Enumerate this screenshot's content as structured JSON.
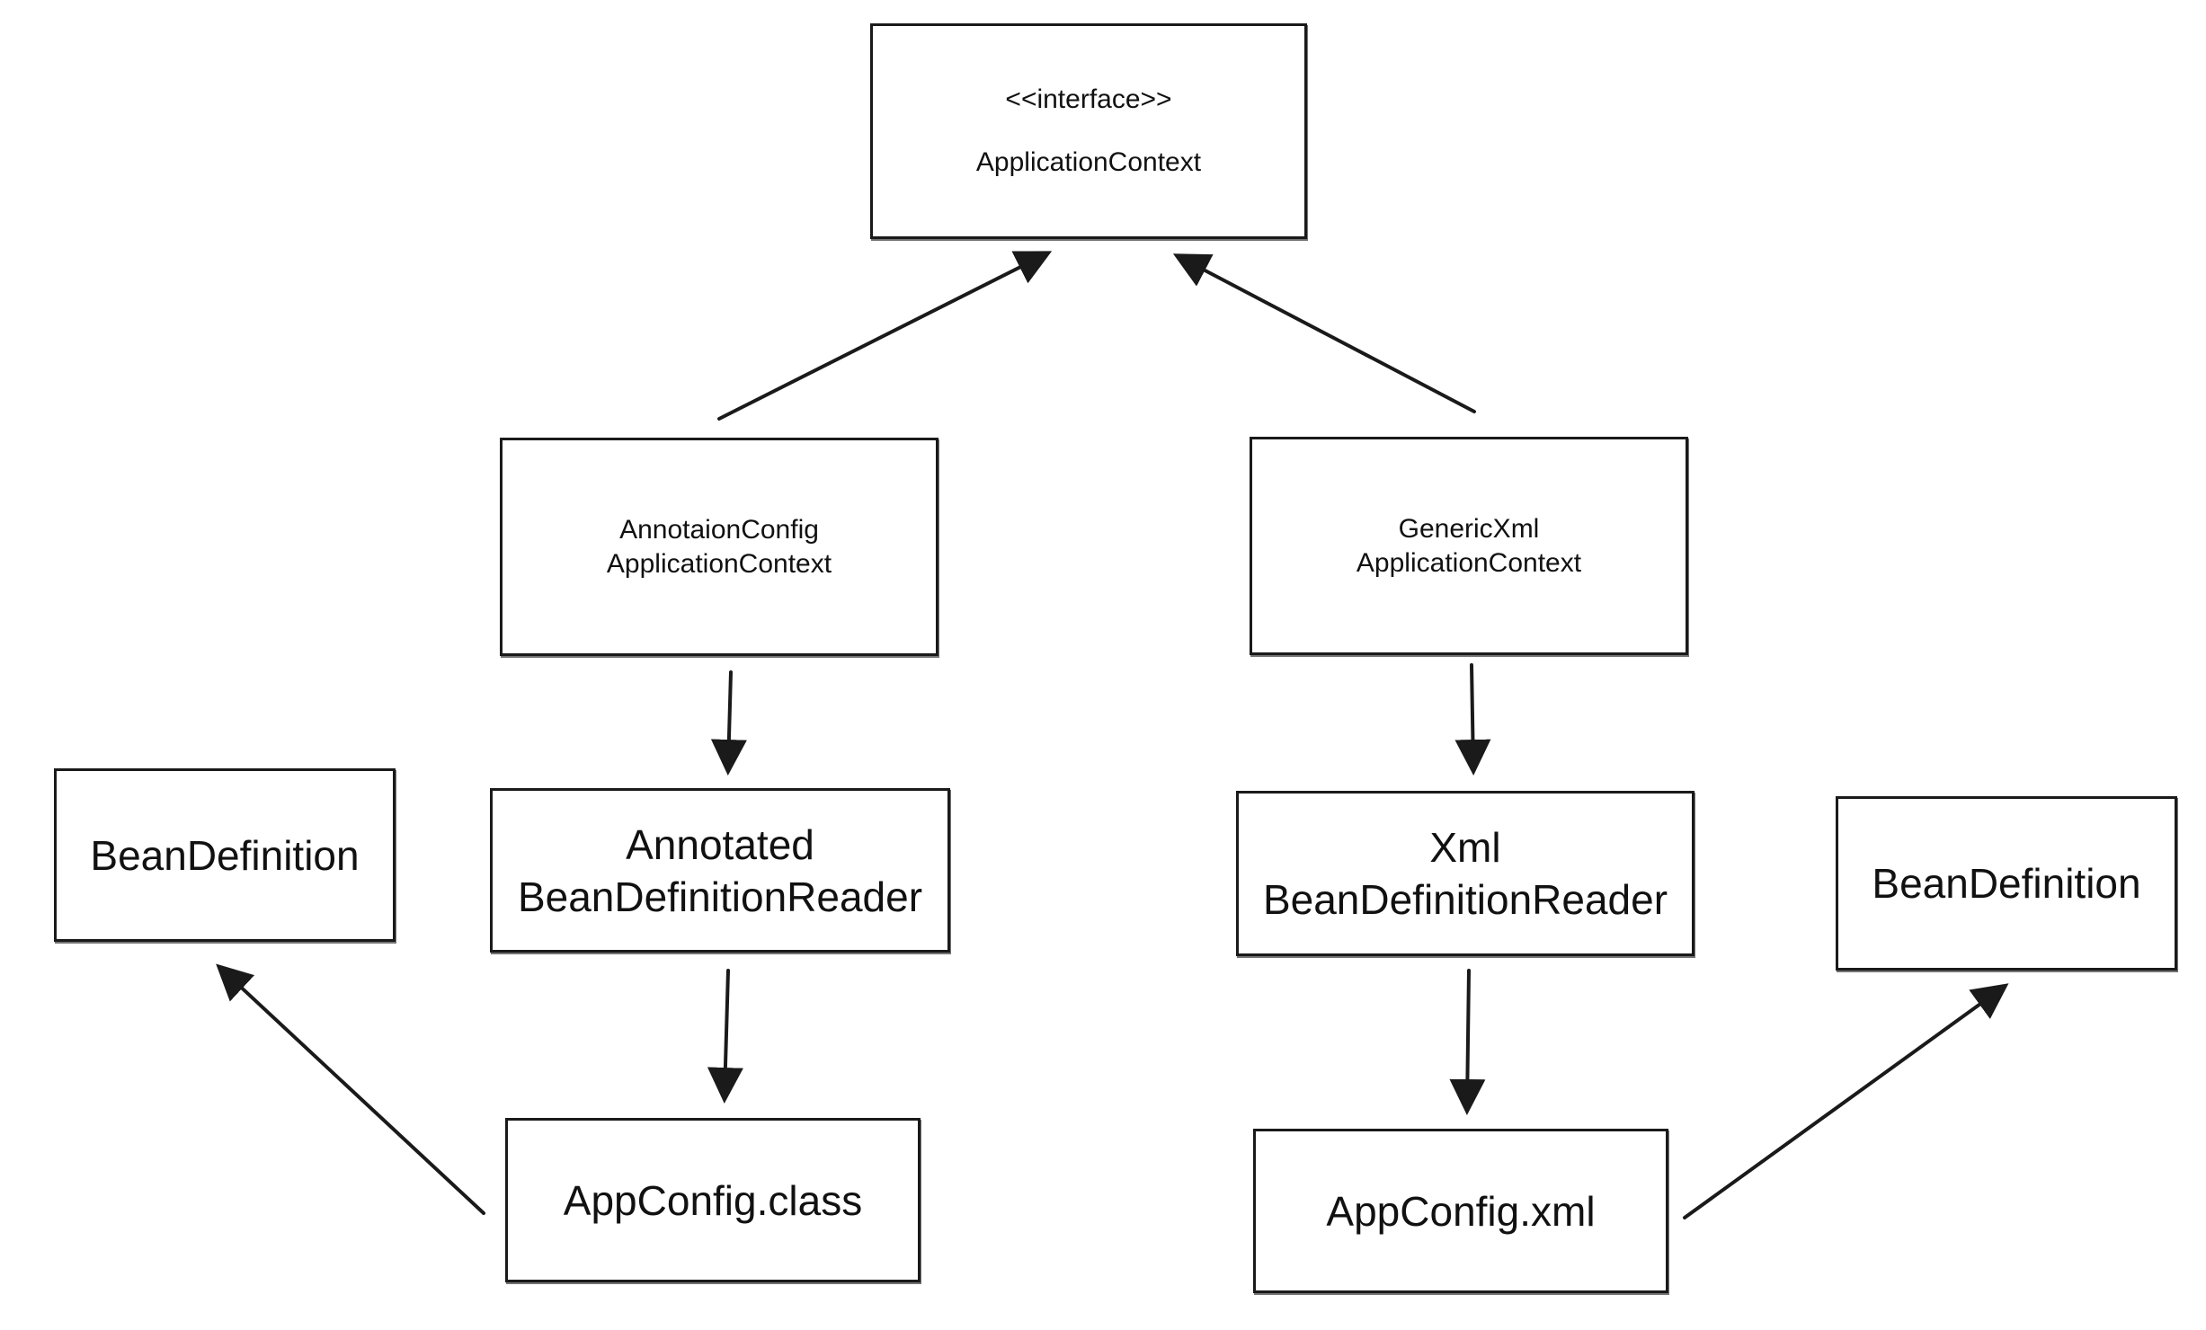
{
  "nodes": {
    "application_context": {
      "stereotype": "<<interface>>",
      "name": "ApplicationContext"
    },
    "annotation_config_context": {
      "line1": "AnnotaionConfig",
      "line2": "ApplicationContext"
    },
    "generic_xml_context": {
      "line1": "GenericXml",
      "line2": "ApplicationContext"
    },
    "annotated_reader": {
      "line1": "Annotated",
      "line2": "BeanDefinitionReader"
    },
    "xml_reader": {
      "line1": "Xml",
      "line2": "BeanDefinitionReader"
    },
    "bean_definition_left": {
      "label": "BeanDefinition"
    },
    "bean_definition_right": {
      "label": "BeanDefinition"
    },
    "appconfig_class": {
      "label": "AppConfig.class"
    },
    "appconfig_xml": {
      "label": "AppConfig.xml"
    }
  },
  "edges": [
    {
      "from": "annotation_config_context",
      "to": "application_context"
    },
    {
      "from": "generic_xml_context",
      "to": "application_context"
    },
    {
      "from": "annotation_config_context",
      "to": "annotated_reader"
    },
    {
      "from": "generic_xml_context",
      "to": "xml_reader"
    },
    {
      "from": "annotated_reader",
      "to": "appconfig_class"
    },
    {
      "from": "xml_reader",
      "to": "appconfig_xml"
    },
    {
      "from": "appconfig_class",
      "to": "bean_definition_left"
    },
    {
      "from": "appconfig_xml",
      "to": "bean_definition_right"
    }
  ],
  "colors": {
    "stroke": "#1a1a1a",
    "background": "#ffffff"
  }
}
